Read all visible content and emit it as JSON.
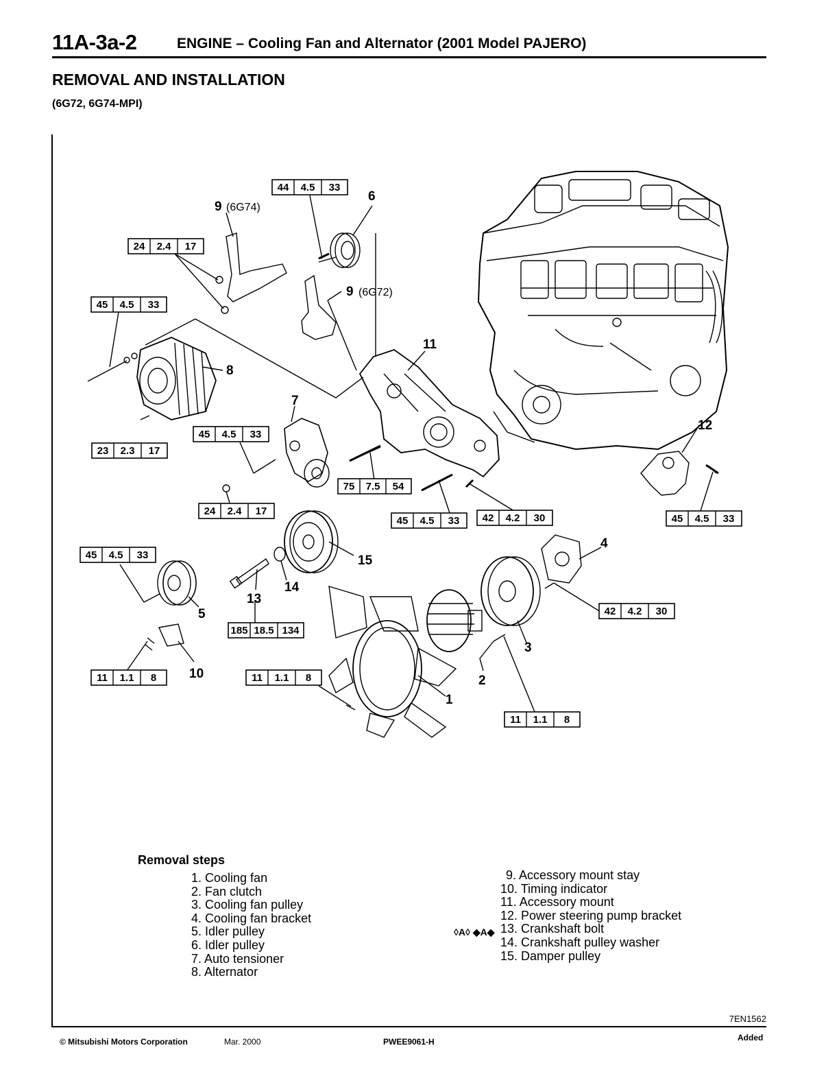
{
  "header": {
    "section_code": "11A-3a-2",
    "title": "ENGINE – Cooling Fan and Alternator (2001 Model PAJERO)"
  },
  "section": {
    "title": "REMOVAL AND INSTALLATION",
    "subtitle": "(6G72, 6G74-MPI)"
  },
  "diagram": {
    "torques": [
      [
        "44",
        "4.5",
        "33"
      ],
      [
        "24",
        "2.4",
        "17"
      ],
      [
        "45",
        "4.5",
        "33"
      ],
      [
        "23",
        "2.3",
        "17"
      ],
      [
        "45",
        "4.5",
        "33"
      ],
      [
        "75",
        "7.5",
        "54"
      ],
      [
        "24",
        "2.4",
        "17"
      ],
      [
        "45",
        "4.5",
        "33"
      ],
      [
        "42",
        "4.2",
        "30"
      ],
      [
        "45",
        "4.5",
        "33"
      ],
      [
        "45",
        "4.5",
        "33"
      ],
      [
        "42",
        "4.2",
        "30"
      ],
      [
        "185",
        "18.5",
        "134"
      ],
      [
        "11",
        "1.1",
        "8"
      ],
      [
        "11",
        "1.1",
        "8"
      ],
      [
        "11",
        "1.1",
        "8"
      ]
    ],
    "callouts": {
      "c9_6g74_num": "9",
      "c9_6g74_var": "(6G74)",
      "c6": "6",
      "c9_6g72_num": "9",
      "c9_6g72_var": "(6G72)",
      "c11": "11",
      "c8": "8",
      "c7": "7",
      "c12": "12",
      "c4": "4",
      "c15": "15",
      "c14": "14",
      "c13": "13",
      "c5": "5",
      "c3": "3",
      "c10": "10",
      "c2": "2",
      "c1": "1"
    }
  },
  "removal_steps": {
    "title": "Removal steps",
    "marker": "◊A◊ ◆A◆",
    "left": [
      "1. Cooling fan",
      "2. Fan clutch",
      "3. Cooling fan pulley",
      "4. Cooling fan bracket",
      "5. Idler pulley",
      "6. Idler pulley",
      "7. Auto tensioner",
      "8. Alternator"
    ],
    "right": [
      "9. Accessory mount stay",
      "10. Timing indicator",
      "11. Accessory mount",
      "12. Power steering pump bracket",
      "13. Crankshaft bolt",
      "14. Crankshaft pulley washer",
      "15. Damper pulley"
    ]
  },
  "figure_id": "7EN1562",
  "footer": {
    "copyright": "© Mitsubishi Motors Corporation",
    "date": "Mar. 2000",
    "doc_code": "PWEE9061-H",
    "status": "Added"
  }
}
